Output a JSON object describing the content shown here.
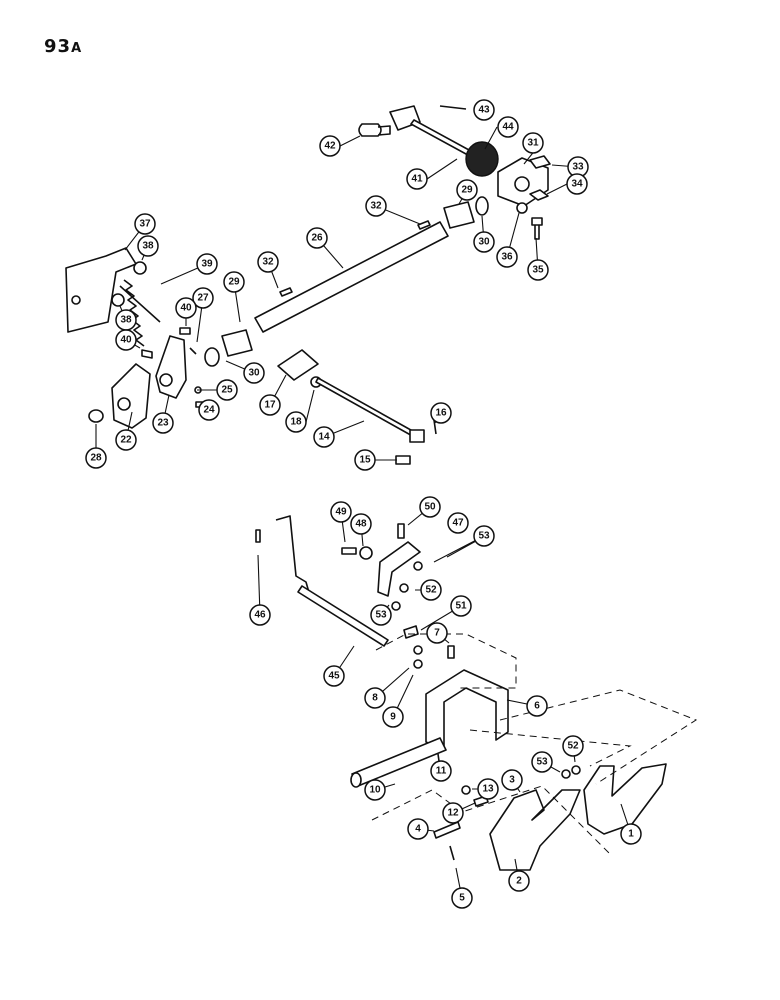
{
  "page": {
    "label": "93",
    "label_suffix": "A"
  },
  "callouts": [
    "43",
    "42",
    "44",
    "31",
    "33",
    "41",
    "34",
    "29",
    "32",
    "30",
    "36",
    "35",
    "26",
    "37",
    "38",
    "39",
    "32",
    "29",
    "27",
    "40",
    "38",
    "40",
    "30",
    "17",
    "18",
    "25",
    "24",
    "23",
    "22",
    "28",
    "14",
    "16",
    "15",
    "50",
    "49",
    "48",
    "47",
    "53",
    "52",
    "46",
    "53",
    "51",
    "7",
    "45",
    "8",
    "9",
    "6",
    "53",
    "52",
    "11",
    "10",
    "13",
    "3",
    "12",
    "1",
    "4",
    "2",
    "5"
  ]
}
